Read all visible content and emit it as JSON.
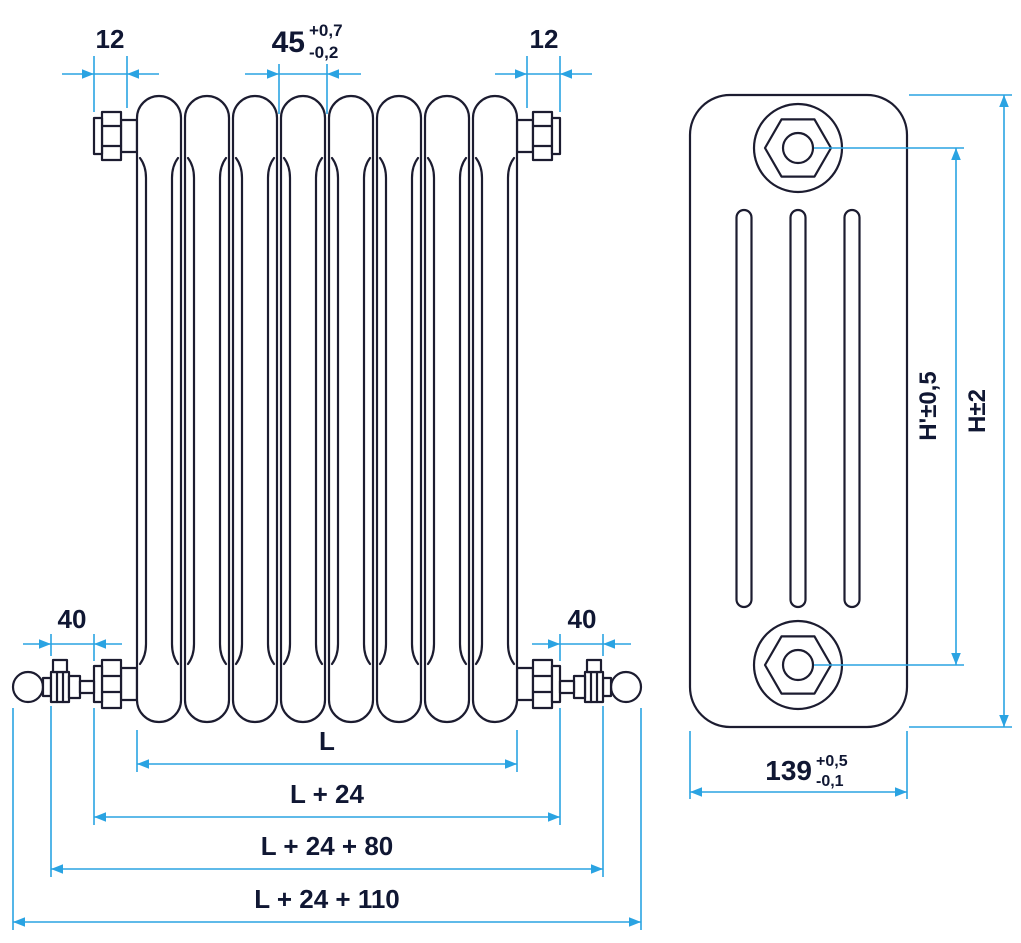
{
  "page": {
    "title": "Radiator technical drawing, front and side views"
  },
  "colors": {
    "drawing_line": "#1c1c30",
    "dimension_line": "#2aa3e2",
    "text": "#101733",
    "background": "#ffffff"
  },
  "front_view": {
    "sections_count": 8,
    "dims": {
      "pitch": {
        "value": "45",
        "tol_plus": "+0,7",
        "tol_minus": "-0,2"
      },
      "plug_left": "12",
      "plug_right": "12",
      "valve_left": "40",
      "valve_right": "40",
      "length": "L",
      "length_plugs": "L + 24",
      "length_valves": "L + 24 + 80",
      "length_total": "L + 24 + 110"
    }
  },
  "side_view": {
    "dims": {
      "height_axis": "H'±0,5",
      "height_overall": "H±2",
      "depth": {
        "value": "139",
        "tol_plus": "+0,5",
        "tol_minus": "-0,1"
      }
    }
  }
}
